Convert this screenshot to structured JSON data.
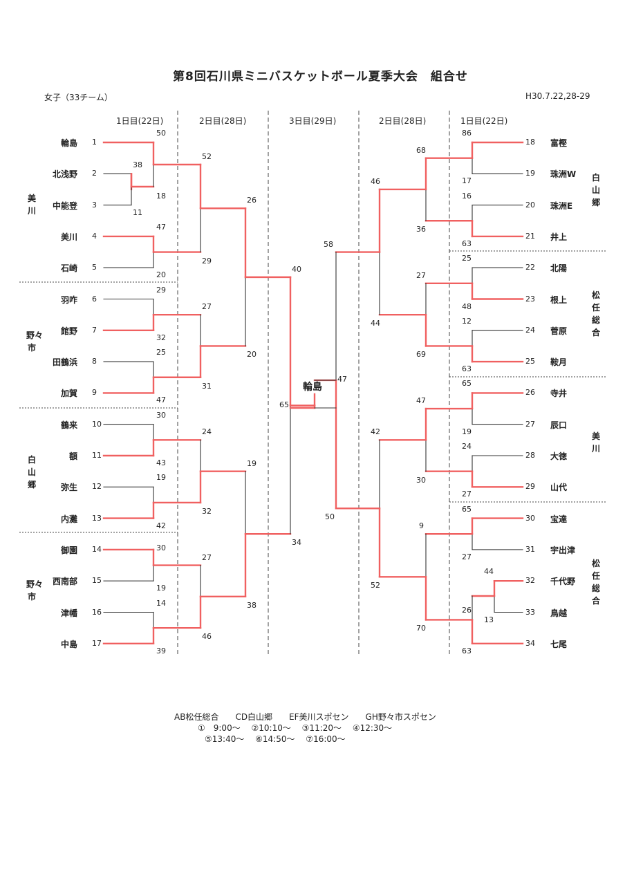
{
  "header": {
    "title": "第8回石川県ミニバスケットボール夏季大会　組合せ",
    "category": "女子（33チーム）",
    "date": "H30.7.22,28-29"
  },
  "columns": {
    "left_day1": "1日目(22日)",
    "left_day2": "2日目(28日)",
    "center_day3": "3日目(29日)",
    "right_day2": "2日目(28日)",
    "right_day1": "1日目(22日)"
  },
  "regions": {
    "left": [
      "美川",
      "野々市",
      "白山郷",
      "野々市"
    ],
    "right": [
      "白山郷",
      "松任総合",
      "美川",
      "松任総合"
    ]
  },
  "teams_left": [
    {
      "no": "1",
      "name": "輪島"
    },
    {
      "no": "2",
      "name": "北浅野"
    },
    {
      "no": "3",
      "name": "中能登"
    },
    {
      "no": "4",
      "name": "美川"
    },
    {
      "no": "5",
      "name": "石崎"
    },
    {
      "no": "6",
      "name": "羽咋"
    },
    {
      "no": "7",
      "name": "館野"
    },
    {
      "no": "8",
      "name": "田鶴浜"
    },
    {
      "no": "9",
      "name": "加賀"
    },
    {
      "no": "10",
      "name": "鶴来"
    },
    {
      "no": "11",
      "name": "額"
    },
    {
      "no": "12",
      "name": "弥生"
    },
    {
      "no": "13",
      "name": "内灘"
    },
    {
      "no": "14",
      "name": "御園"
    },
    {
      "no": "15",
      "name": "西南部"
    },
    {
      "no": "16",
      "name": "津幡"
    },
    {
      "no": "17",
      "name": "中島"
    }
  ],
  "teams_right": [
    {
      "no": "18",
      "name": "富樫"
    },
    {
      "no": "19",
      "name": "珠洲W"
    },
    {
      "no": "20",
      "name": "珠洲E"
    },
    {
      "no": "21",
      "name": "井上"
    },
    {
      "no": "22",
      "name": "北陽"
    },
    {
      "no": "23",
      "name": "根上"
    },
    {
      "no": "24",
      "name": "菅原"
    },
    {
      "no": "25",
      "name": "鞍月"
    },
    {
      "no": "26",
      "name": "寺井"
    },
    {
      "no": "27",
      "name": "辰口"
    },
    {
      "no": "28",
      "name": "大徳"
    },
    {
      "no": "29",
      "name": "山代"
    },
    {
      "no": "30",
      "name": "宝達"
    },
    {
      "no": "31",
      "name": "宇出津"
    },
    {
      "no": "32",
      "name": "千代野"
    },
    {
      "no": "33",
      "name": "鳥越"
    },
    {
      "no": "34",
      "name": "七尾"
    }
  ],
  "scores": {
    "l_r1": [
      "50",
      "18",
      "38",
      "11",
      "47",
      "20",
      "29",
      "32",
      "25",
      "47",
      "30",
      "43",
      "19",
      "42",
      "30",
      "19",
      "14",
      "39"
    ],
    "l_r2": [
      "52",
      "29",
      "27",
      "31",
      "24",
      "32",
      "27",
      "46"
    ],
    "l_r3": [
      "26",
      "20",
      "19",
      "38"
    ],
    "l_r4": [
      "40",
      "34"
    ],
    "l_final": "65",
    "r_final": "47",
    "r_r4": [
      "58",
      "50"
    ],
    "r_r3": [
      "46",
      "44",
      "42",
      "52"
    ],
    "r_r2": [
      "68",
      "36",
      "27",
      "69",
      "47",
      "30",
      "9",
      "70"
    ],
    "r_r1": [
      "86",
      "17",
      "16",
      "63",
      "25",
      "48",
      "12",
      "63",
      "65",
      "19",
      "24",
      "27",
      "65",
      "27",
      "44",
      "13",
      "26",
      "63"
    ]
  },
  "champion": "輪島",
  "footer": {
    "venues": "AB松任総合　　CD白山郷　　EF美川スポセン　　GH野々市スポセン",
    "times1": "①　9:00～　 ②10:10～　 ③11:20～　 ④12:30～",
    "times2": "⑤13:40～　 ⑥14:50～　 ⑦16:00～"
  },
  "colors": {
    "win_line": "#f06060",
    "line": "#333333"
  }
}
